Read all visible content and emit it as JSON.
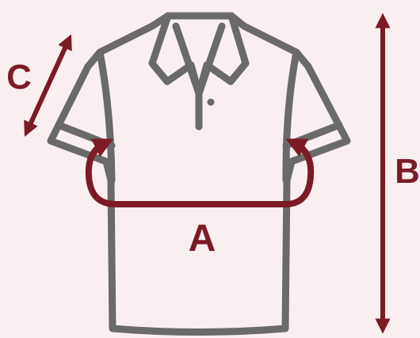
{
  "labels": {
    "a": "A",
    "b": "B",
    "c": "C"
  },
  "colors": {
    "background": "#f9eef0",
    "shirt_outline": "#6a6a6a",
    "measure": "#7c1a26"
  },
  "icons": {
    "garment": "polo-shirt-icon",
    "arrow_a": "chest-measurement-arrow",
    "arrow_b": "length-measurement-arrow",
    "arrow_c": "sleeve-measurement-arrow"
  }
}
